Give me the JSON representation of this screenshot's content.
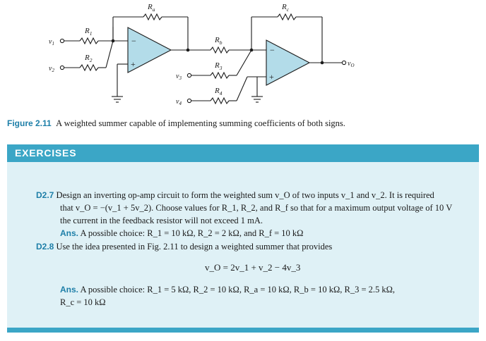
{
  "circuit": {
    "labels": {
      "ra": "R",
      "ra_sub": "a",
      "rc": "R",
      "rc_sub": "c",
      "r1": "R",
      "r1_sub": "1",
      "r2": "R",
      "r2_sub": "2",
      "rb": "R",
      "rb_sub": "b",
      "r3": "R",
      "r3_sub": "3",
      "r4": "R",
      "r4_sub": "4",
      "v1": "v",
      "v1_sub": "1",
      "v2": "v",
      "v2_sub": "2",
      "v3": "v",
      "v3_sub": "3",
      "v4": "v",
      "v4_sub": "4",
      "vo": "v",
      "vo_sub": "O",
      "minus": "−",
      "plus": "+"
    }
  },
  "figure": {
    "number": "Figure 2.11",
    "caption": "A weighted summer capable of implementing summing coefficients of both signs."
  },
  "exercises": {
    "title": "EXERCISES",
    "d27": {
      "id": "D2.7",
      "line1": "Design an inverting op-amp circuit to form the weighted sum v_O of two inputs v_1 and v_2. It is required",
      "line2": "that v_O = −(v_1 + 5v_2). Choose values for R_1, R_2, and R_f so that for a maximum output voltage of 10 V",
      "line3": "the current in the feedback resistor will not exceed 1 mA.",
      "answer_label": "Ans.",
      "answer": "A possible choice: R_1 = 10 kΩ, R_2 = 2 kΩ, and R_f = 10 kΩ"
    },
    "d28": {
      "id": "D2.8",
      "line1": "Use the idea presented in Fig. 2.11 to design a weighted summer that provides",
      "equation": "v_O = 2v_1 + v_2 − 4v_3",
      "answer_label": "Ans.",
      "answer_line1": "A possible choice: R_1 = 5 kΩ, R_2 = 10 kΩ, R_a = 10 kΩ, R_b = 10 kΩ, R_3 = 2.5 kΩ,",
      "answer_line2": "R_c = 10 kΩ"
    }
  }
}
